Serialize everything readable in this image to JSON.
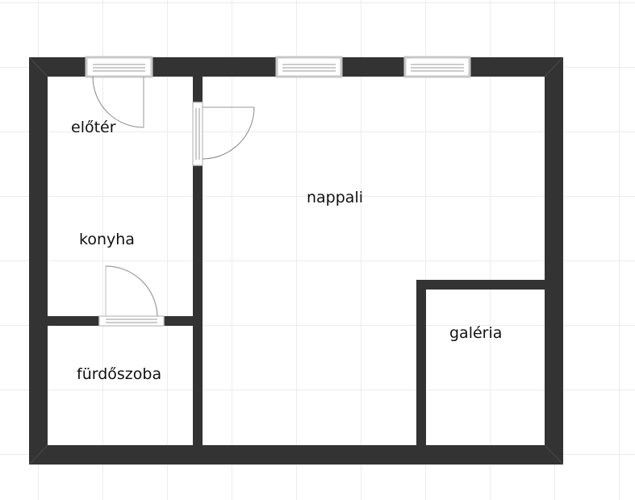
{
  "floor_plan": {
    "rooms": [
      {
        "name": "előtér"
      },
      {
        "name": "konyha"
      },
      {
        "name": "nappali"
      },
      {
        "name": "galéria"
      },
      {
        "name": "fürdőszoba"
      }
    ],
    "colors": {
      "wall": "#333333",
      "window": "#c8c8c8",
      "door_arc": "#888888"
    }
  }
}
